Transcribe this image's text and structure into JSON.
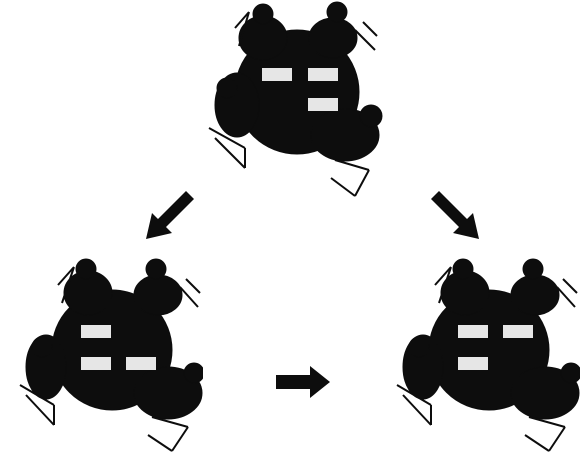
{
  "diagram": {
    "groups": [
      {
        "id": "top",
        "cards": 3
      },
      {
        "id": "bottom-left",
        "cards": 3
      },
      {
        "id": "bottom-right",
        "cards": 3
      }
    ],
    "arrows": [
      {
        "from": "top",
        "to": "bottom-left"
      },
      {
        "from": "top",
        "to": "bottom-right"
      },
      {
        "from": "bottom-left",
        "to": "bottom-right"
      }
    ],
    "colors": {
      "silhouette": "#0d0d0d",
      "card": "#e6e6e6",
      "background": "#ffffff"
    }
  }
}
